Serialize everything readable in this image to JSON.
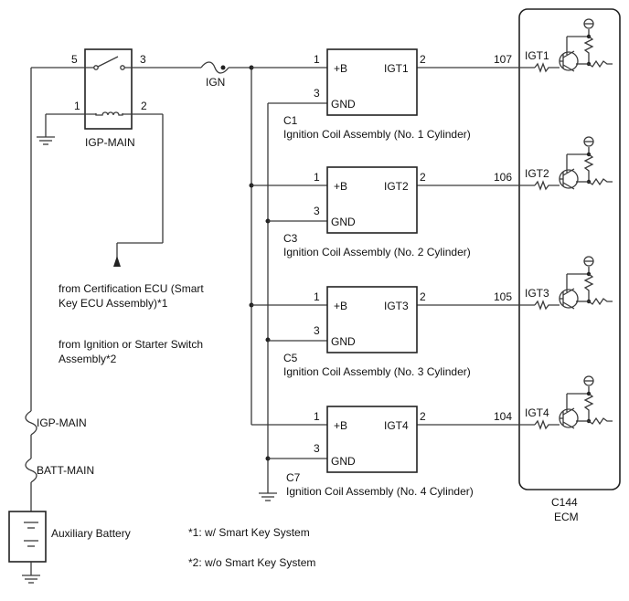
{
  "relay": {
    "name": "IGP-MAIN",
    "pin_5": "5",
    "pin_3": "3",
    "pin_1": "1",
    "pin_2": "2"
  },
  "fuses": {
    "ign": "IGN",
    "igp_main": "IGP-MAIN",
    "batt_main": "BATT-MAIN"
  },
  "battery": {
    "label": "Auxiliary Battery"
  },
  "notes": {
    "certification_line1": "from Certification ECU (Smart",
    "certification_line2": "Key ECU Assembly)*1",
    "switch_line1": "from Ignition or Starter Switch",
    "switch_line2": "Assembly*2",
    "footnote1": "*1: w/ Smart Key System",
    "footnote2": "*2: w/o Smart Key System"
  },
  "coils": [
    {
      "connector": "C1",
      "name": "Ignition Coil Assembly (No. 1 Cylinder)",
      "pin_b": "1",
      "pin_gnd": "3",
      "pin_igt": "2",
      "label_b": "+B",
      "label_gnd": "GND",
      "label_igt": "IGT1",
      "ecu_pin": "107",
      "ecu_label": "IGT1"
    },
    {
      "connector": "C3",
      "name": "Ignition Coil Assembly (No. 2 Cylinder)",
      "pin_b": "1",
      "pin_gnd": "3",
      "pin_igt": "2",
      "label_b": "+B",
      "label_gnd": "GND",
      "label_igt": "IGT2",
      "ecu_pin": "106",
      "ecu_label": "IGT2"
    },
    {
      "connector": "C5",
      "name": "Ignition Coil Assembly (No. 3 Cylinder)",
      "pin_b": "1",
      "pin_gnd": "3",
      "pin_igt": "2",
      "label_b": "+B",
      "label_gnd": "GND",
      "label_igt": "IGT3",
      "ecu_pin": "105",
      "ecu_label": "IGT3"
    },
    {
      "connector": "C7",
      "name": "Ignition Coil Assembly (No. 4 Cylinder)",
      "pin_b": "1",
      "pin_gnd": "3",
      "pin_igt": "2",
      "label_b": "+B",
      "label_gnd": "GND",
      "label_igt": "IGT4",
      "ecu_pin": "104",
      "ecu_label": "IGT4"
    }
  ],
  "ecu": {
    "connector": "C144",
    "name": "ECM"
  }
}
